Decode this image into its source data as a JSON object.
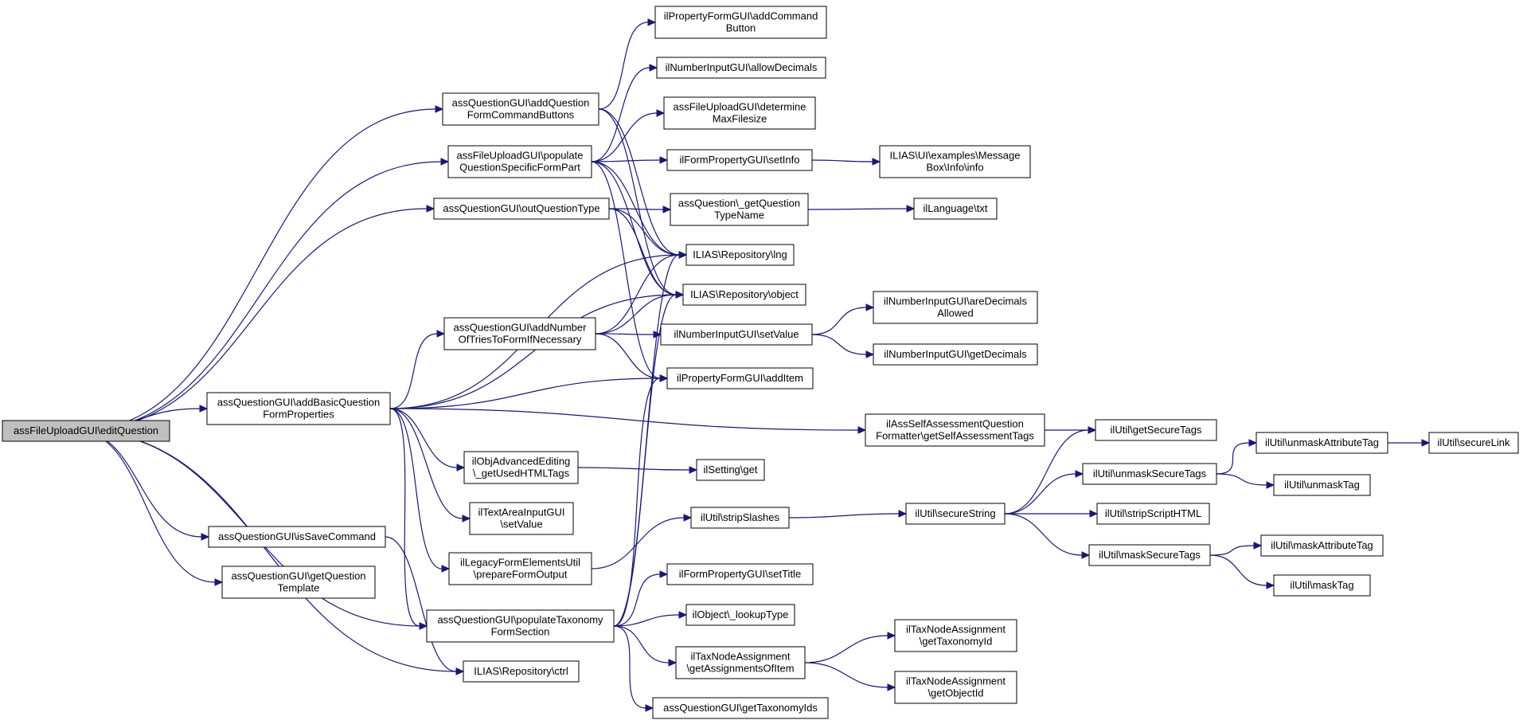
{
  "colors": {
    "edge": "#191970",
    "node_border": "#000000",
    "root_fill": "#bfbfbf",
    "background": "#ffffff"
  },
  "nodes": [
    {
      "id": "n_root",
      "lines": [
        "assFileUploadGUI\\editQuestion"
      ]
    },
    {
      "id": "n_addCmdBtns",
      "lines": [
        "assQuestionGUI\\addQuestion",
        "FormCommandButtons"
      ]
    },
    {
      "id": "n_populateSpecific",
      "lines": [
        "assFileUploadGUI\\populate",
        "QuestionSpecificFormPart"
      ]
    },
    {
      "id": "n_outQuestionType",
      "lines": [
        "assQuestionGUI\\outQuestionType"
      ]
    },
    {
      "id": "n_addBasic",
      "lines": [
        "assQuestionGUI\\addBasicQuestion",
        "FormProperties"
      ]
    },
    {
      "id": "n_isSave",
      "lines": [
        "assQuestionGUI\\isSaveCommand"
      ]
    },
    {
      "id": "n_getTemplate",
      "lines": [
        "assQuestionGUI\\getQuestion",
        "Template"
      ]
    },
    {
      "id": "n_addTries",
      "lines": [
        "assQuestionGUI\\addNumber",
        "OfTriesToFormIfNecessary"
      ]
    },
    {
      "id": "n_usedTags",
      "lines": [
        "ilObjAdvancedEditing",
        "\\_getUsedHTMLTags"
      ]
    },
    {
      "id": "n_textArea",
      "lines": [
        "ilTextAreaInputGUI",
        "\\setValue"
      ]
    },
    {
      "id": "n_legacy",
      "lines": [
        "ilLegacyFormElementsUtil",
        "\\prepareFormOutput"
      ]
    },
    {
      "id": "n_popTax",
      "lines": [
        "assQuestionGUI\\populateTaxonomy",
        "FormSection"
      ]
    },
    {
      "id": "n_ctrl",
      "lines": [
        "ILIAS\\Repository\\ctrl"
      ]
    },
    {
      "id": "n_addCmdBtn",
      "lines": [
        "ilPropertyFormGUI\\addCommand",
        "Button"
      ]
    },
    {
      "id": "n_allowDec",
      "lines": [
        "ilNumberInputGUI\\allowDecimals"
      ]
    },
    {
      "id": "n_maxFile",
      "lines": [
        "assFileUploadGUI\\determine",
        "MaxFilesize"
      ]
    },
    {
      "id": "n_setInfo",
      "lines": [
        "ilFormPropertyGUI\\setInfo"
      ]
    },
    {
      "id": "n_getTypeName",
      "lines": [
        "assQuestion\\_getQuestion",
        "TypeName"
      ]
    },
    {
      "id": "n_lng",
      "lines": [
        "ILIAS\\Repository\\lng"
      ]
    },
    {
      "id": "n_object",
      "lines": [
        "ILIAS\\Repository\\object"
      ]
    },
    {
      "id": "n_setValue",
      "lines": [
        "ilNumberInputGUI\\setValue"
      ]
    },
    {
      "id": "n_addItem",
      "lines": [
        "ilPropertyFormGUI\\addItem"
      ]
    },
    {
      "id": "n_settingGet",
      "lines": [
        "ilSetting\\get"
      ]
    },
    {
      "id": "n_stripSlashes",
      "lines": [
        "ilUtil\\stripSlashes"
      ]
    },
    {
      "id": "n_setTitle",
      "lines": [
        "ilFormPropertyGUI\\setTitle"
      ]
    },
    {
      "id": "n_lookupType",
      "lines": [
        "ilObject\\_lookupType"
      ]
    },
    {
      "id": "n_assignItem",
      "lines": [
        "ilTaxNodeAssignment",
        "\\getAssignmentsOfItem"
      ]
    },
    {
      "id": "n_taxIds",
      "lines": [
        "assQuestionGUI\\getTaxonomyIds"
      ]
    },
    {
      "id": "n_msgInfo",
      "lines": [
        "ILIAS\\UI\\examples\\Message",
        "Box\\Info\\info"
      ]
    },
    {
      "id": "n_txt",
      "lines": [
        "ilLanguage\\txt"
      ]
    },
    {
      "id": "n_areDec",
      "lines": [
        "ilNumberInputGUI\\areDecimals",
        "Allowed"
      ]
    },
    {
      "id": "n_getDec",
      "lines": [
        "ilNumberInputGUI\\getDecimals"
      ]
    },
    {
      "id": "n_selfAssess",
      "lines": [
        "ilAssSelfAssessmentQuestion",
        "Formatter\\getSelfAssessmentTags"
      ]
    },
    {
      "id": "n_secureString",
      "lines": [
        "ilUtil\\secureString"
      ]
    },
    {
      "id": "n_taxonomyId",
      "lines": [
        "ilTaxNodeAssignment",
        "\\getTaxonomyId"
      ]
    },
    {
      "id": "n_objectId",
      "lines": [
        "ilTaxNodeAssignment",
        "\\getObjectId"
      ]
    },
    {
      "id": "n_getSecureTags",
      "lines": [
        "ilUtil\\getSecureTags"
      ]
    },
    {
      "id": "n_unmaskSecure",
      "lines": [
        "ilUtil\\unmaskSecureTags"
      ]
    },
    {
      "id": "n_stripScript",
      "lines": [
        "ilUtil\\stripScriptHTML"
      ]
    },
    {
      "id": "n_maskSecure",
      "lines": [
        "ilUtil\\maskSecureTags"
      ]
    },
    {
      "id": "n_unmaskAttr",
      "lines": [
        "ilUtil\\unmaskAttributeTag"
      ]
    },
    {
      "id": "n_unmaskTag",
      "lines": [
        "ilUtil\\unmaskTag"
      ]
    },
    {
      "id": "n_maskAttr",
      "lines": [
        "ilUtil\\maskAttributeTag"
      ]
    },
    {
      "id": "n_maskTag",
      "lines": [
        "ilUtil\\maskTag"
      ]
    },
    {
      "id": "n_secureLink",
      "lines": [
        "ilUtil\\secureLink"
      ]
    }
  ],
  "edges": [
    [
      "n_root",
      "n_addCmdBtns"
    ],
    [
      "n_root",
      "n_populateSpecific"
    ],
    [
      "n_root",
      "n_outQuestionType"
    ],
    [
      "n_root",
      "n_addBasic"
    ],
    [
      "n_root",
      "n_isSave"
    ],
    [
      "n_root",
      "n_getTemplate"
    ],
    [
      "n_root",
      "n_popTax"
    ],
    [
      "n_root",
      "n_ctrl"
    ],
    [
      "n_addCmdBtns",
      "n_addCmdBtn"
    ],
    [
      "n_addCmdBtns",
      "n_lng"
    ],
    [
      "n_addCmdBtns",
      "n_object"
    ],
    [
      "n_populateSpecific",
      "n_allowDec"
    ],
    [
      "n_populateSpecific",
      "n_maxFile"
    ],
    [
      "n_populateSpecific",
      "n_setInfo"
    ],
    [
      "n_populateSpecific",
      "n_lng"
    ],
    [
      "n_populateSpecific",
      "n_object"
    ],
    [
      "n_populateSpecific",
      "n_addItem"
    ],
    [
      "n_outQuestionType",
      "n_getTypeName"
    ],
    [
      "n_outQuestionType",
      "n_lng"
    ],
    [
      "n_outQuestionType",
      "n_object"
    ],
    [
      "n_addBasic",
      "n_addTries"
    ],
    [
      "n_addBasic",
      "n_usedTags"
    ],
    [
      "n_addBasic",
      "n_textArea"
    ],
    [
      "n_addBasic",
      "n_legacy"
    ],
    [
      "n_addBasic",
      "n_popTax"
    ],
    [
      "n_addBasic",
      "n_lng"
    ],
    [
      "n_addBasic",
      "n_object"
    ],
    [
      "n_addBasic",
      "n_addItem"
    ],
    [
      "n_addBasic",
      "n_selfAssess"
    ],
    [
      "n_addTries",
      "n_lng"
    ],
    [
      "n_addTries",
      "n_object"
    ],
    [
      "n_addTries",
      "n_setValue"
    ],
    [
      "n_addTries",
      "n_addItem"
    ],
    [
      "n_isSave",
      "n_ctrl"
    ],
    [
      "n_usedTags",
      "n_settingGet"
    ],
    [
      "n_legacy",
      "n_stripSlashes"
    ],
    [
      "n_popTax",
      "n_lng"
    ],
    [
      "n_popTax",
      "n_object"
    ],
    [
      "n_popTax",
      "n_addItem"
    ],
    [
      "n_popTax",
      "n_setTitle"
    ],
    [
      "n_popTax",
      "n_lookupType"
    ],
    [
      "n_popTax",
      "n_assignItem"
    ],
    [
      "n_popTax",
      "n_taxIds"
    ],
    [
      "n_setInfo",
      "n_msgInfo"
    ],
    [
      "n_getTypeName",
      "n_txt"
    ],
    [
      "n_setValue",
      "n_areDec"
    ],
    [
      "n_setValue",
      "n_getDec"
    ],
    [
      "n_stripSlashes",
      "n_secureString"
    ],
    [
      "n_assignItem",
      "n_taxonomyId"
    ],
    [
      "n_assignItem",
      "n_objectId"
    ],
    [
      "n_selfAssess",
      "n_getSecureTags"
    ],
    [
      "n_secureString",
      "n_getSecureTags"
    ],
    [
      "n_secureString",
      "n_unmaskSecure"
    ],
    [
      "n_secureString",
      "n_stripScript"
    ],
    [
      "n_secureString",
      "n_maskSecure"
    ],
    [
      "n_unmaskSecure",
      "n_unmaskAttr"
    ],
    [
      "n_unmaskSecure",
      "n_unmaskTag"
    ],
    [
      "n_maskSecure",
      "n_maskAttr"
    ],
    [
      "n_maskSecure",
      "n_maskTag"
    ],
    [
      "n_unmaskAttr",
      "n_secureLink"
    ]
  ]
}
